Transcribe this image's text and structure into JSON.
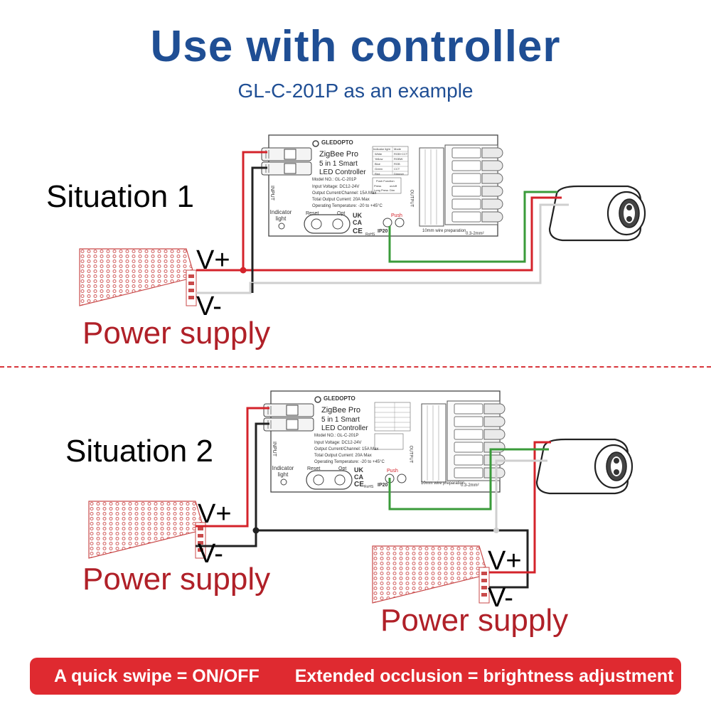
{
  "header": {
    "title": "Use with controller",
    "subtitle": "GL-C-201P as an example"
  },
  "situation1": {
    "label": "Situation 1",
    "power_supply": "Power supply",
    "v_plus": "V+",
    "v_minus": "V-"
  },
  "situation2": {
    "label": "Situation 2",
    "power_supply_left": "Power supply",
    "power_supply_right": "Power supply",
    "v_plus": "V+",
    "v_minus": "V-",
    "v_plus_2": "V+",
    "v_minus_2": "V-"
  },
  "controller": {
    "brand": "GLEDOPTO",
    "zigbee": "ZigBee Pro",
    "name_line1": "5 in 1 Smart",
    "name_line2": "LED Controller",
    "model": "Model NO.: GL-C-201P",
    "voltage": "Input Voltage: DC12-24V",
    "current_channel": "Output Current/Channel: 15A Max",
    "total_current": "Total Output Current: 20A Max",
    "temperature": "Operating Temperature: -20 to +45°C",
    "input_label": "INPUT",
    "output_label": "OUTPUT",
    "indicator_label": "Indicator light",
    "reset_label": "Reset",
    "opt_label": "Opt",
    "push_label": "Push",
    "ip_label": "IP20",
    "wire_prep": "10mm wire preparation",
    "wire_size": "0.3-2mm²",
    "ukca": "UK CA",
    "ce": "CE",
    "rohs": "RoHS",
    "mode_table": {
      "headers": [
        "Indicator light",
        "Mode"
      ],
      "rows": [
        [
          "White",
          "RGB+CCT"
        ],
        [
          "Yellow",
          "RGBW"
        ],
        [
          "Blue",
          "RGB"
        ],
        [
          "Green",
          "CCT"
        ],
        [
          "Red",
          "Dimmer"
        ]
      ]
    },
    "push_table": {
      "header": "Push Function",
      "rows": [
        [
          "Press",
          "on/off"
        ],
        [
          "Long Press",
          "Dim"
        ]
      ]
    }
  },
  "footer": {
    "left": "A quick swipe = ON/OFF",
    "right": "Extended occlusion = brightness adjustment"
  },
  "colors": {
    "title": "#1f4e94",
    "power_supply": "#b02028",
    "banner": "#df2a30",
    "red_wire": "#d4232b",
    "green_wire": "#3a9b3a",
    "grey_wire": "#cfcfcf"
  }
}
